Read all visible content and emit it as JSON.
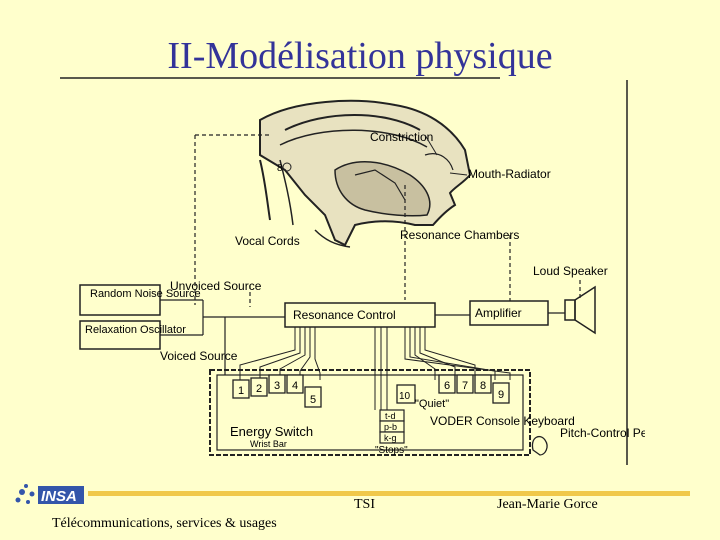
{
  "slide": {
    "title": "II-Modélisation physique",
    "footer_center": "TSI",
    "footer_right": "Jean-Marie Gorce",
    "footer_left": "Télécommunications, services & usages"
  },
  "logo": {
    "text": "INSA",
    "accent": "#3355aa"
  },
  "diagram": {
    "labels": {
      "constriction": "Constriction",
      "mouth_radiator": "Mouth-Radiator",
      "vocal_cords": "Vocal Cords",
      "resonance_chambers": "Resonance Chambers",
      "loud_speaker": "Loud Speaker",
      "random_noise_source": "Random Noise Source",
      "unvoiced_source": "Unvoiced Source",
      "relaxation_oscillator": "Relaxation Oscillator",
      "voiced_source": "Voiced Source",
      "resonance_control": "Resonance Control",
      "amplifier": "Amplifier",
      "quiet": "\"Quiet\"",
      "energy_switch": "Energy Switch",
      "wrist_bar": "Wrist Bar",
      "stops": "\"Stops\"",
      "voder_console": "VODER Console Keyboard",
      "pitch_control": "Pitch-Control Pedal",
      "stop_td": "t-d",
      "stop_pb": "p-b",
      "stop_kg": "k-g"
    },
    "keys_left": [
      "1",
      "2",
      "3",
      "4",
      "5"
    ],
    "keys_right": [
      "10",
      "6",
      "7",
      "8",
      "9"
    ],
    "marker_8": "8"
  }
}
